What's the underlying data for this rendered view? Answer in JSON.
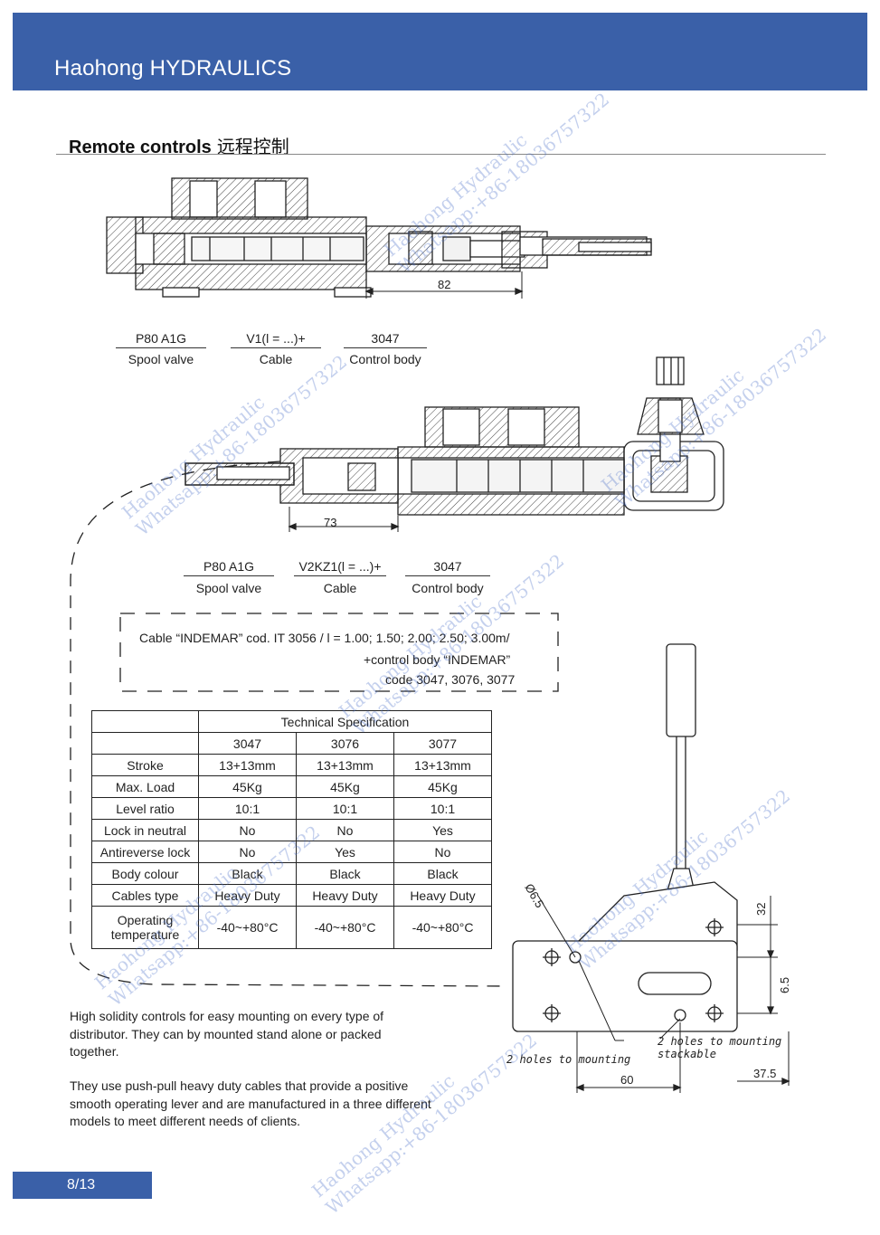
{
  "header": {
    "company": "Haohong HYDRAULICS"
  },
  "section": {
    "title": "Remote controls",
    "title_cn": "远程控制"
  },
  "drawing1": {
    "dimension": "82",
    "labels": [
      {
        "code": "P80 A1G",
        "name": "Spool valve"
      },
      {
        "code": "V1(l = ...)+",
        "name": "Cable"
      },
      {
        "code": "3047",
        "name": "Control body"
      }
    ]
  },
  "drawing2": {
    "dimension": "73",
    "labels": [
      {
        "code": "P80 A1G",
        "name": "Spool valve"
      },
      {
        "code": "V2KZ1(l = ...)+",
        "name": "Cable"
      },
      {
        "code": "3047",
        "name": "Control body"
      }
    ]
  },
  "cable_box": {
    "line1": "Cable “INDEMAR” cod. IT 3056 / l = 1.00; 1.50; 2.00; 2.50; 3.00m/",
    "line2": "+control body “INDEMAR”",
    "line3": "code 3047, 3076, 3077"
  },
  "spec_table": {
    "title": "Technical Specification",
    "columns": [
      "3047",
      "3076",
      "3077"
    ],
    "rows": [
      {
        "label": "Stroke",
        "values": [
          "13+13mm",
          "13+13mm",
          "13+13mm"
        ]
      },
      {
        "label": "Max. Load",
        "values": [
          "45Kg",
          "45Kg",
          "45Kg"
        ]
      },
      {
        "label": "Level ratio",
        "values": [
          "10:1",
          "10:1",
          "10:1"
        ]
      },
      {
        "label": "Lock in neutral",
        "values": [
          "No",
          "No",
          "Yes"
        ]
      },
      {
        "label": "Antireverse lock",
        "values": [
          "No",
          "Yes",
          "No"
        ]
      },
      {
        "label": "Body colour",
        "values": [
          "Black",
          "Black",
          "Black"
        ]
      },
      {
        "label": "Cables type",
        "values": [
          "Heavy Duty",
          "Heavy Duty",
          "Heavy Duty"
        ]
      },
      {
        "label": "Operating temperature",
        "values": [
          "-40~+80°C",
          "-40~+80°C",
          "-40~+80°C"
        ]
      }
    ]
  },
  "lever_drawing": {
    "dia": "Ø6.5",
    "dim_32": "32",
    "dim_65": "6.5",
    "dim_60": "60",
    "dim_375": "37.5",
    "note_left": "2 holes to mounting",
    "note_right_1": "2 holes to mounting",
    "note_right_2": "stackable"
  },
  "description": {
    "p1": "High solidity controls for easy mounting on every type of distributor. They can by mounted stand alone or packed together.",
    "p2": "They use push-pull heavy duty cables that provide a positive smooth operating lever and are manufactured in a three different models to meet different needs of clients."
  },
  "footer": {
    "page": "8/13"
  },
  "watermark": {
    "line1": "Haohong Hydraulic",
    "line2": "Whatsapp:+86-18036757322"
  },
  "colors": {
    "brand_blue": "#3a60a8",
    "watermark": "#6e8fd0"
  }
}
